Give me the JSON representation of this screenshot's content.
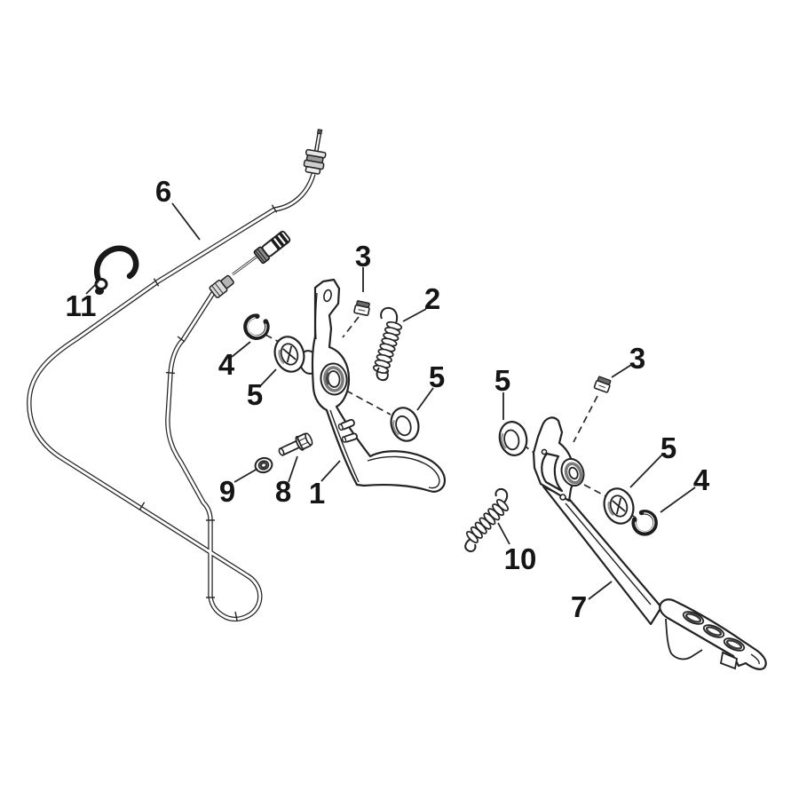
{
  "diagram": {
    "kind": "exploded-parts-diagram",
    "background": "#ffffff",
    "line_color": "#232323",
    "callouts": [
      {
        "part": "1"
      },
      {
        "part": "2"
      },
      {
        "part": "3"
      },
      {
        "part": "3"
      },
      {
        "part": "4"
      },
      {
        "part": "4"
      },
      {
        "part": "5"
      },
      {
        "part": "5"
      },
      {
        "part": "5"
      },
      {
        "part": "5"
      },
      {
        "part": "6"
      },
      {
        "part": "7"
      },
      {
        "part": "8"
      },
      {
        "part": "9"
      },
      {
        "part": "10"
      },
      {
        "part": "11"
      }
    ]
  }
}
